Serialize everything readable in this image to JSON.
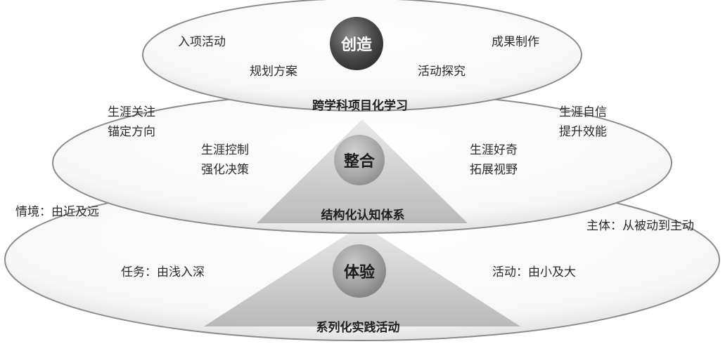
{
  "colors": {
    "ring_stroke": "#8c8c8c",
    "cone_fill": "#bdbdbd",
    "top_circle": "#4a4a4a",
    "mid_circle": "#a5a5a5",
    "bottom_circle": "#9a9a9a"
  },
  "layers": {
    "top": {
      "circle": "创造",
      "title": "跨学科项目化学习",
      "labels": [
        "入项活动",
        "规划方案",
        "活动探究",
        "成果制作"
      ]
    },
    "middle": {
      "circle": "整合",
      "title": "结构化认知体系",
      "labels": [
        [
          "生涯关注",
          "锚定方向"
        ],
        [
          "生涯控制",
          "强化决策"
        ],
        [
          "生涯好奇",
          "拓展视野"
        ],
        [
          "生涯自信",
          "提升效能"
        ]
      ]
    },
    "bottom": {
      "circle": "体验",
      "title": "系列化实践活动",
      "labels": [
        "情境：由近及远",
        "任务：由浅入深",
        "活动：由小及大",
        "主体：从被动到主动"
      ]
    }
  }
}
